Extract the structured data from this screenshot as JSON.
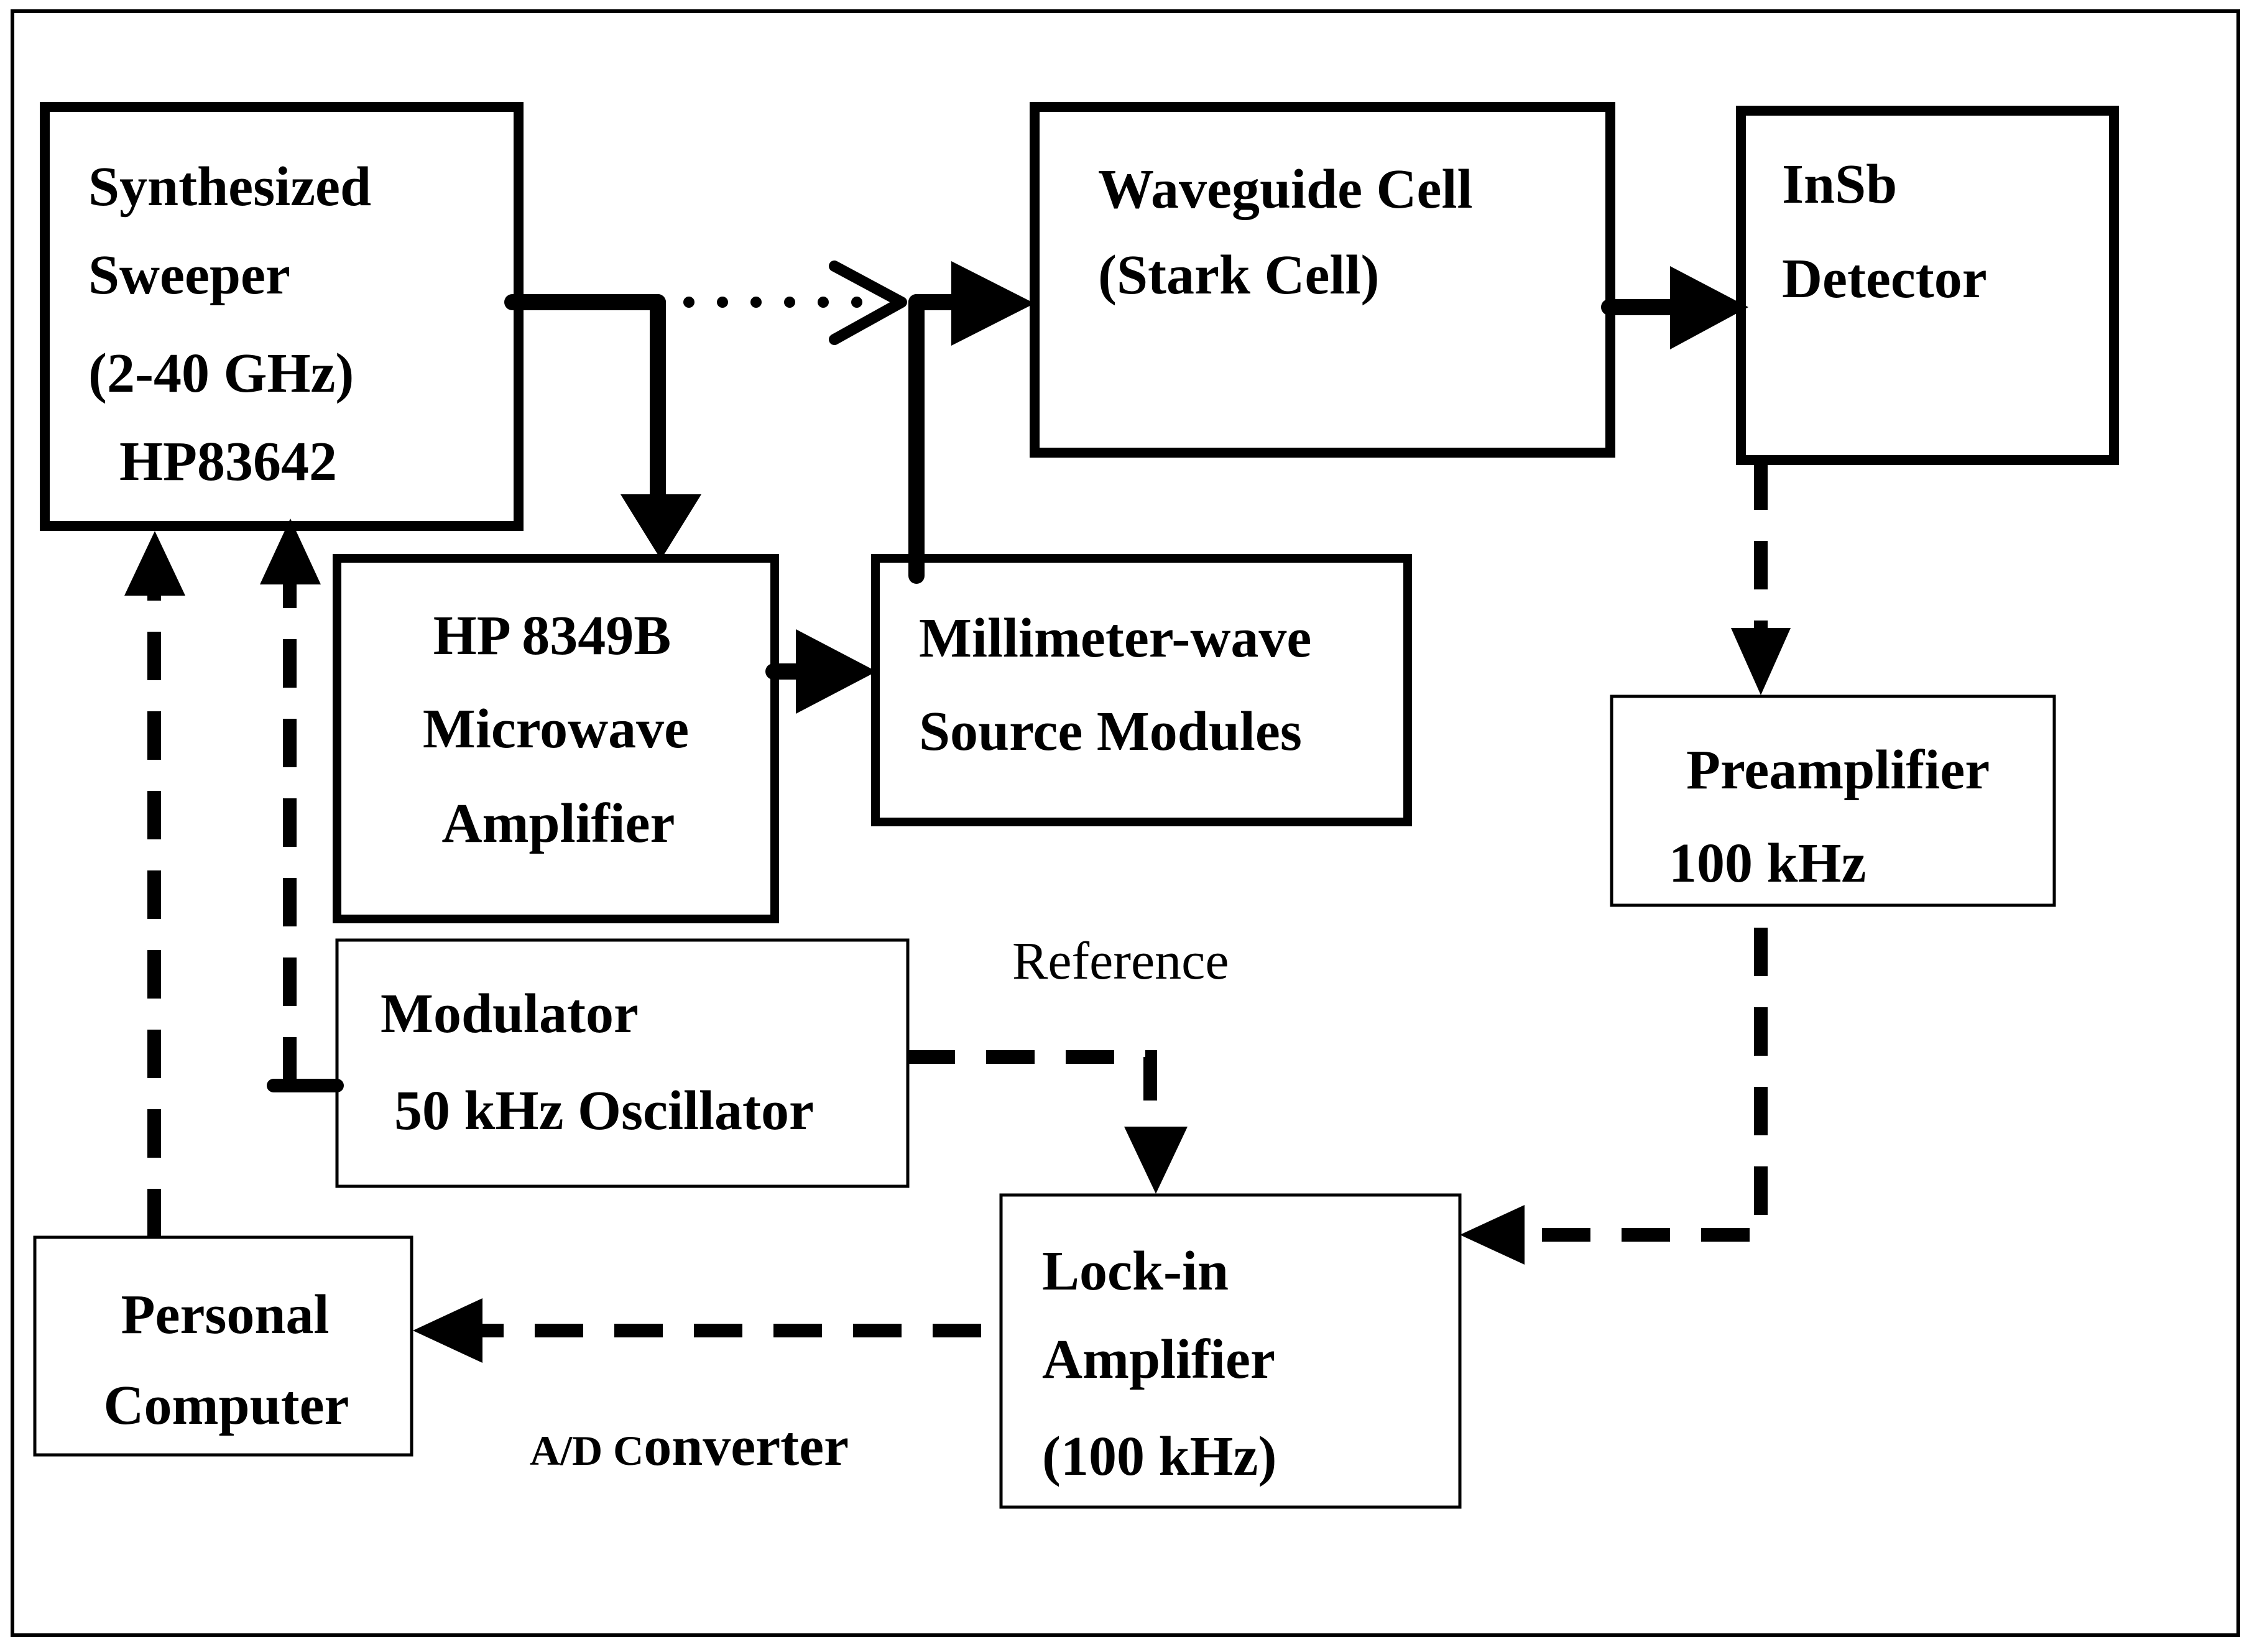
{
  "blocks": {
    "sweeper": {
      "lines": [
        "Synthesized",
        "Sweeper",
        "(2-40 GHz)",
        "HP83642"
      ]
    },
    "waveguide": {
      "lines": [
        "Waveguide Cell",
        "(Stark Cell)"
      ]
    },
    "detector": {
      "lines": [
        "InSb",
        "Detector"
      ]
    },
    "amplifier": {
      "lines": [
        "HP 8349B",
        "Microwave",
        "Amplifier"
      ]
    },
    "source": {
      "lines": [
        "Millimeter-wave",
        "Source Modules"
      ]
    },
    "preamp": {
      "lines": [
        "Preamplifier",
        "100 kHz"
      ]
    },
    "modulator": {
      "lines": [
        "Modulator",
        "50 kHz Oscillator"
      ]
    },
    "lockin": {
      "lines": [
        "Lock-in",
        "Amplifier",
        "(100 kHz)"
      ]
    },
    "computer": {
      "lines": [
        "Personal",
        "Computer"
      ]
    }
  },
  "labels": {
    "reference": "Reference",
    "adc_small": "A/D C",
    "adc_rest": "onverter"
  },
  "colors": {
    "line": "#000000",
    "background": "#ffffff"
  }
}
